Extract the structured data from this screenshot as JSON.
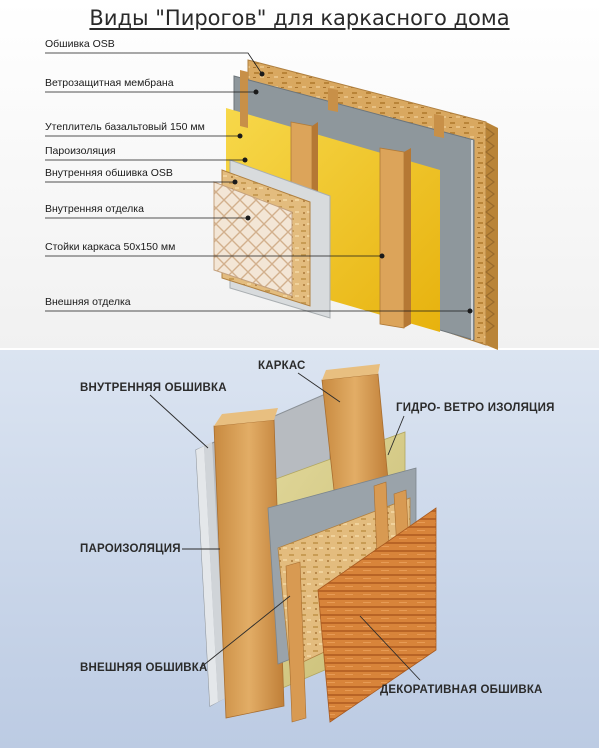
{
  "title": "Виды \"Пирогов\" для каркасного дома",
  "top_diagram": {
    "labels": [
      "Обшивка OSB",
      "Ветрозащитная мембрана",
      "Утеплитель базальтовый 150 мм",
      "Пароизоляция",
      "Внутренняя обшивка OSB",
      "Внутренняя отделка",
      "Стойки каркаса 50x150 мм",
      "Внешняя отделка"
    ]
  },
  "bottom_diagram": {
    "labels": {
      "karkas": "КАРКАС",
      "inner_sheathing": "ВНУТРЕННЯЯ ОБШИВКА",
      "hydro_wind": "ГИДРО- ВЕТРО ИЗОЛЯЦИЯ",
      "vapor": "ПАРОИЗОЛЯЦИЯ",
      "outer_sheathing": "ВНЕШНЯЯ ОБШИВКА",
      "decorative": "ДЕКОРАТИВНАЯ ОБШИВКА"
    }
  },
  "colors": {
    "osb": "#d9a860",
    "membrane": "#8e979c",
    "insulation_yellow": "#f2c218",
    "wood": "#dca45a",
    "wool": "#d9cf8c",
    "cladding": "#d8843a",
    "bottom_bg": "#c9d6ea"
  }
}
